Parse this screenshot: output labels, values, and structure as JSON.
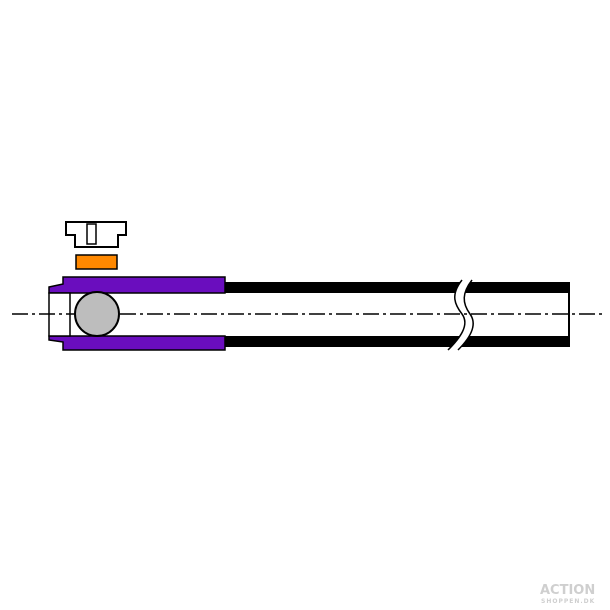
{
  "diagram": {
    "parts": [
      "nut",
      "spacer",
      "sleeve",
      "ball",
      "tube",
      "centerline"
    ],
    "colors": {
      "sleeve": "#6a0dbe",
      "spacer": "#ff8800",
      "ball": "#bdbdbd",
      "tube": "#000000",
      "outline": "#000000"
    }
  },
  "watermark": {
    "line1": "ACTION",
    "line2": "SHOPPEN.DK"
  }
}
